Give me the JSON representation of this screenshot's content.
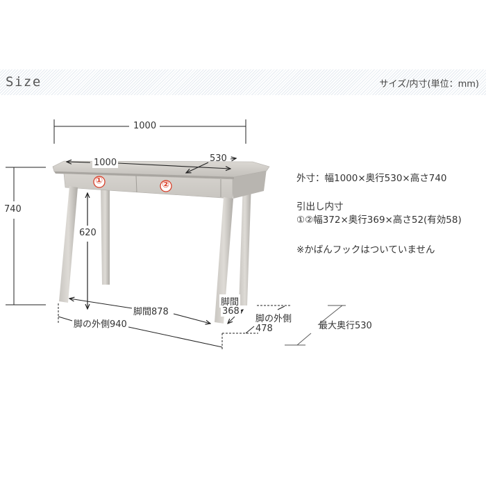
{
  "header": {
    "title": "Size",
    "unit_note": "サイズ/内寸(単位：mm)"
  },
  "dimensions": {
    "overall_width_top": "1000",
    "tabletop_width": "1000",
    "tabletop_depth": "530",
    "overall_height": "740",
    "under_drawer_height": "620",
    "leg_inner_width": "脚間878",
    "leg_outer_width": "脚の外側940",
    "leg_inner_depth_label": "脚間",
    "leg_inner_depth_value": "368",
    "leg_outer_depth_label": "脚の外側",
    "leg_outer_depth_value": "478",
    "max_depth": "最大奥行530"
  },
  "drawers": [
    {
      "marker": "①"
    },
    {
      "marker": "②"
    }
  ],
  "specs": {
    "outer": "外寸：幅1000×奥行530×高さ740",
    "drawer_title": "引出し内寸",
    "drawer_dims": "①②幅372×奥行369×高さ52(有効58)",
    "note": "※かばんフックはついていません"
  },
  "colors": {
    "marker_red": "#d9402a",
    "wood_light": "#d8d6d2",
    "wood_dark": "#a9a6a1"
  }
}
